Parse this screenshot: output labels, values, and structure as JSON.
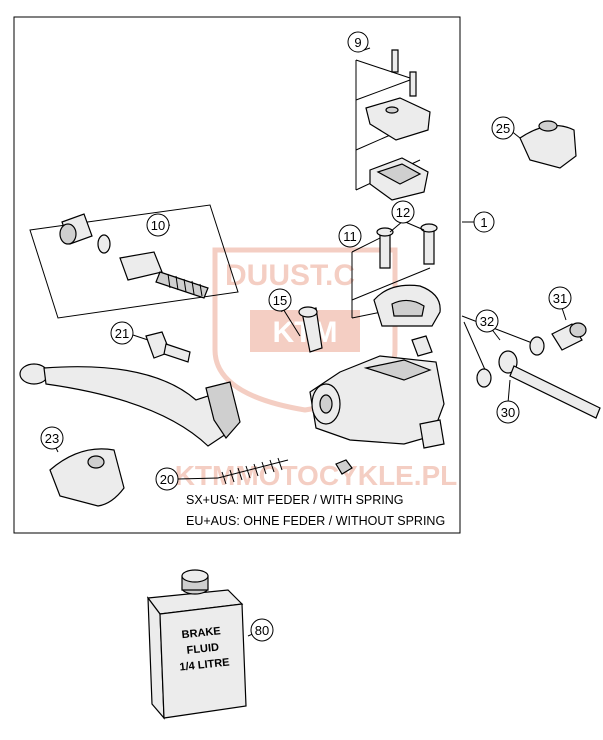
{
  "callouts": {
    "c1": "1",
    "c9": "9",
    "c10": "10",
    "c11": "11",
    "c12": "12",
    "c15": "15",
    "c20": "20",
    "c21": "21",
    "c23": "23",
    "c25": "25",
    "c30": "30",
    "c31": "31",
    "c32": "32",
    "c80": "80"
  },
  "notes": {
    "sx_usa": "SX+USA:   MIT FEDER / WITH SPRING",
    "eu_aus": "EU+AUS:  OHNE FEDER / WITHOUT SPRING"
  },
  "jug_label": [
    "BRAKE",
    "FLUID",
    "1/4 LITRE"
  ],
  "watermark": {
    "line1": "DUUST.C",
    "line2": "KTM",
    "line3": "KTMMOTOCYKLE.PL",
    "color": "#f3c9bd"
  }
}
